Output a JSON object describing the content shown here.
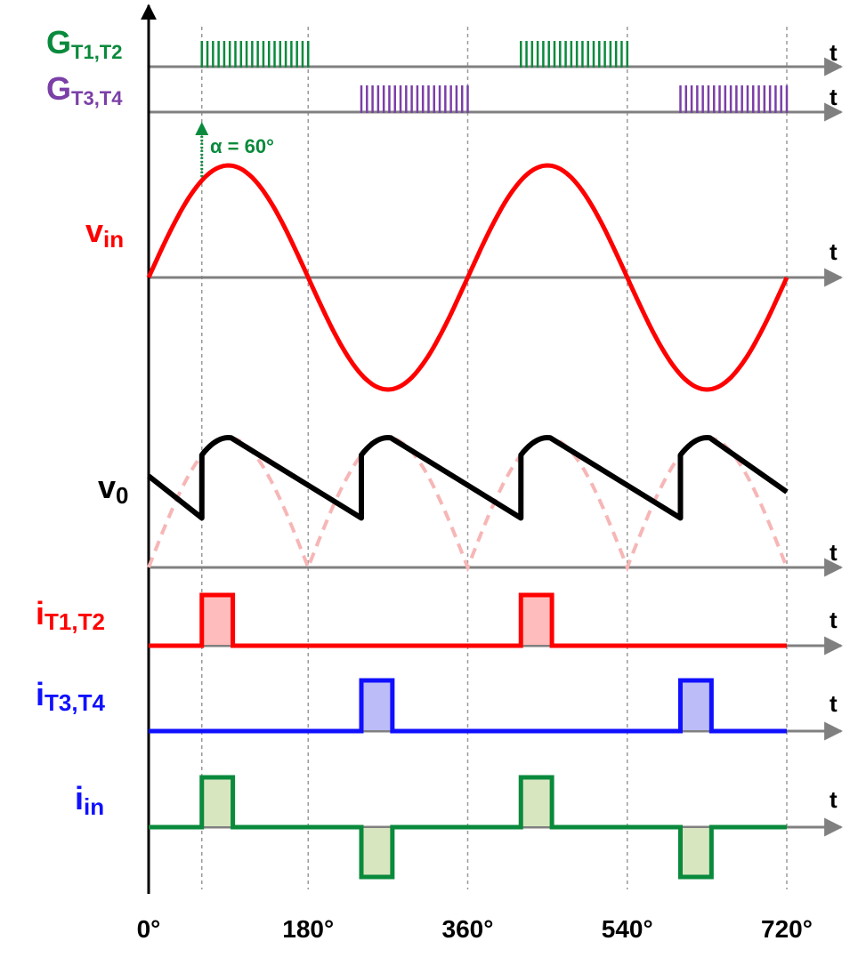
{
  "colors": {
    "axis": "#808080",
    "gate12": "#0a8a3c",
    "gate34": "#7b3fa8",
    "vin": "#ff0000",
    "vo": "#000000",
    "vo_ref": "#f7b6b6",
    "iT12": "#ff0000",
    "iT12_fill": "#ffbcbc",
    "iT34": "#1010ff",
    "iT34_fill": "#bcbcf8",
    "iin": "#0a8a3c",
    "iin_fill": "#d8e6c0",
    "alpha": "#0a8a3c"
  },
  "labels": {
    "g12_main": "G",
    "g12_sub": "T1,T2",
    "g34_main": "G",
    "g34_sub": "T3,T4",
    "vin_main": "v",
    "vin_sub": "in",
    "vo_main": "v",
    "vo_sub": "0",
    "it12_main": "i",
    "it12_sub": "T1,T2",
    "it34_main": "i",
    "it34_sub": "T3,T4",
    "iin_main": "i",
    "iin_sub": "in",
    "alpha": "α = 60°",
    "t": "t"
  },
  "x_ticks": [
    "0°",
    "180°",
    "360°",
    "540°",
    "720°"
  ],
  "params": {
    "alpha_deg": 60,
    "conduction_deg": 35,
    "angle_range": [
      0,
      720
    ],
    "vo_decay_end_fraction": 0.44,
    "gate_pulses_per_interval": 20
  }
}
